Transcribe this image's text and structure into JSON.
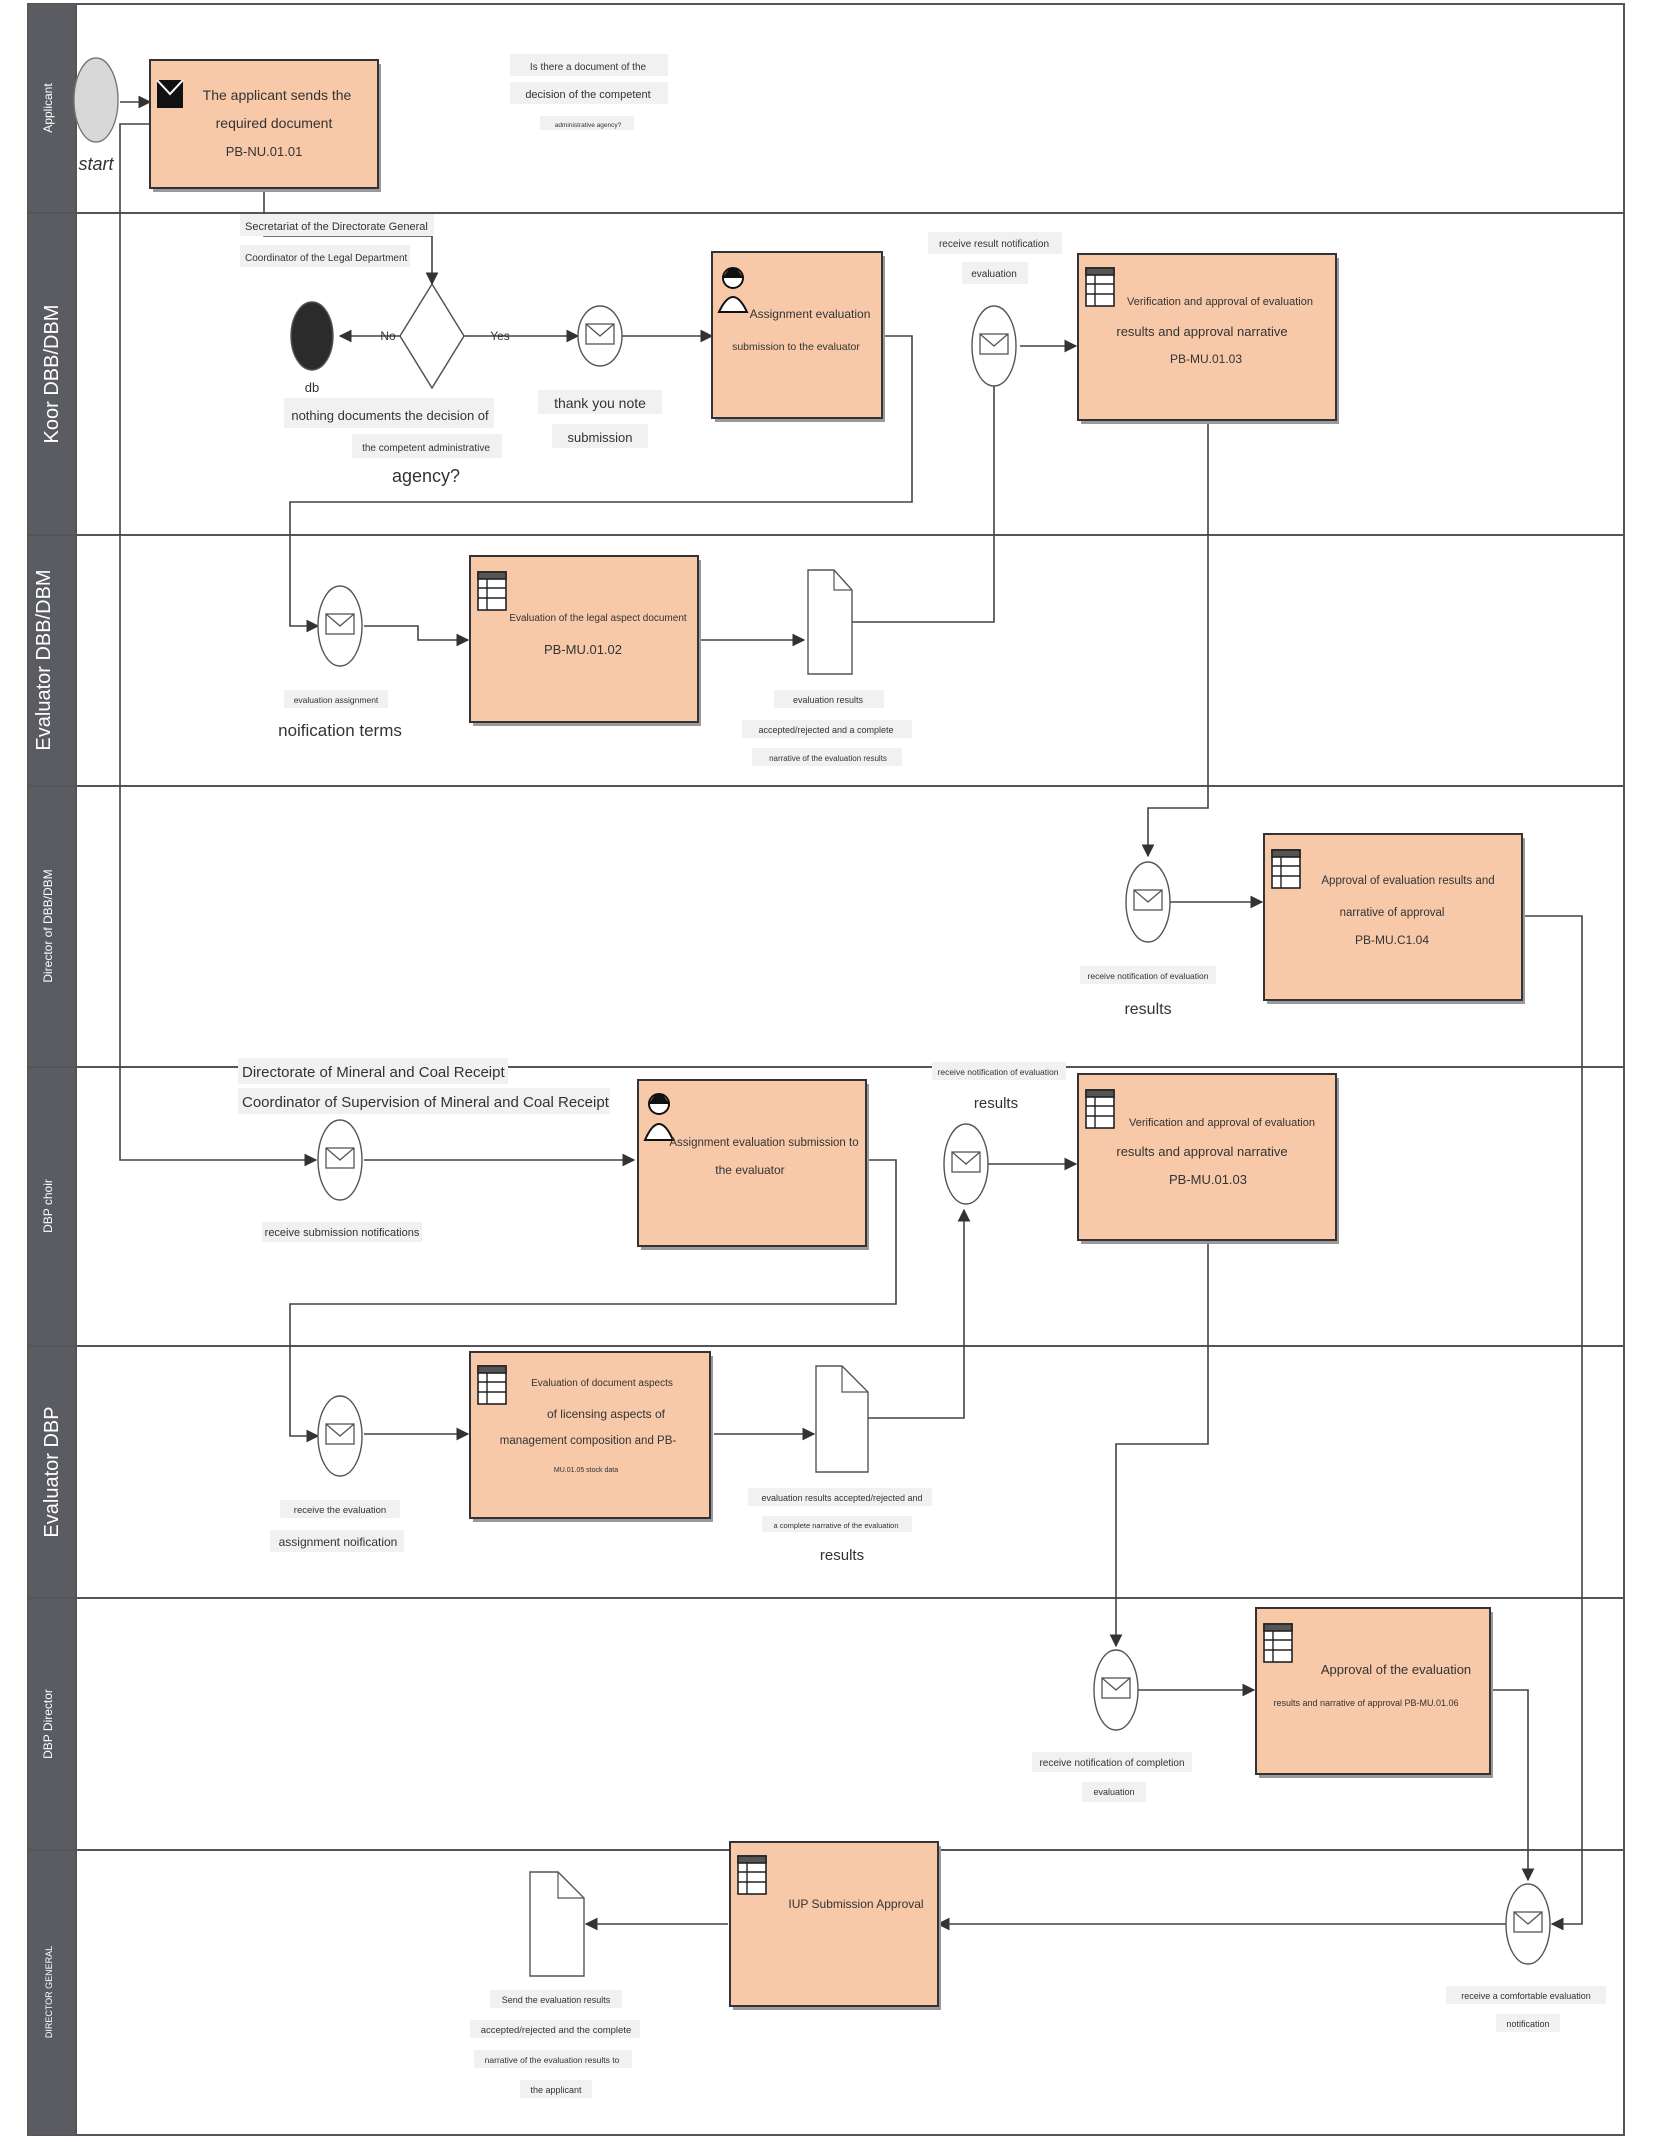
{
  "lanes": [
    "Applicant",
    "Koor DBB/DBM",
    "Evaluator DBB/DBM",
    "Director of DBB/DBM",
    "DBP choir",
    "Evaluator DBP",
    "DBP Director",
    "DIRECTOR GENERAL"
  ],
  "events": {
    "start": "start",
    "end": "db"
  },
  "gateway": {
    "no": "No",
    "yes": "Yes",
    "question_top": [
      "Is there a document of the",
      "decision of the competent",
      "administrative agency?"
    ],
    "question_bottom": [
      "nothing documents the decision of",
      "the competent administrative",
      "agency?"
    ]
  },
  "tasks": {
    "t1": [
      "The applicant sends the",
      "required document",
      "PB-NU.01.01"
    ],
    "t2": [
      "Assignment evaluation",
      "submission to the evaluator"
    ],
    "t3": [
      "Verification and approval of evaluation",
      "results and approval narrative",
      "PB-MU.01.03"
    ],
    "t4": [
      "Evaluation of the legal aspect document",
      "PB-MU.01.02"
    ],
    "t5": [
      "Approval of evaluation results and",
      "narrative of approval",
      "PB-MU.C1.04"
    ],
    "t6": [
      "Assignment evaluation submission to",
      "the evaluator"
    ],
    "t7": [
      "Verification and approval of evaluation",
      "results and approval narrative",
      "PB-MU.01.03"
    ],
    "t8": [
      "Evaluation of document aspects",
      "of licensing aspects of",
      "management composition and PB-",
      "MU.01.05 stock data"
    ],
    "t9": [
      "Approval of the evaluation",
      "results and narrative of approval PB-MU.01.06"
    ],
    "t10": [
      "IUP Submission Approval"
    ]
  },
  "labels": {
    "secretariat": [
      "Secretariat of the Directorate General",
      "Coordinator of the Legal Department"
    ],
    "thank_you": [
      "thank you note",
      "submission"
    ],
    "receive_result_eval": [
      "receive result notification",
      "evaluation"
    ],
    "eval_assignment": [
      "evaluation assignment",
      "noification terms"
    ],
    "eval_results_1": [
      "evaluation results",
      "accepted/rejected and a complete",
      "narrative of the evaluation results"
    ],
    "receive_notif_eval_dir": [
      "receive notification of evaluation",
      "results"
    ],
    "directorate_mineral": [
      "Directorate of Mineral and Coal Receipt",
      "Coordinator of Supervision of Mineral and Coal Receipt"
    ],
    "receive_submission": [
      "receive submission notifications"
    ],
    "receive_notif_eval_choir": [
      "receive notification of evaluation",
      "results"
    ],
    "receive_eval_assign": [
      "receive the evaluation",
      "assignment noification"
    ],
    "eval_results_2": [
      "evaluation results accepted/rejected and",
      "a complete narrative of the evaluation",
      "results"
    ],
    "receive_completion": [
      "receive notification of completion",
      "evaluation"
    ],
    "send_results": [
      "Send the evaluation results",
      "accepted/rejected and the complete",
      "narrative of the evaluation results to",
      "the applicant"
    ],
    "receive_comfortable": [
      "receive a comfortable evaluation",
      "notification"
    ]
  },
  "colors": {
    "task_fill": "#f7c9a8",
    "lane_header": "#5a5c62",
    "end_event": "#2b2b2b",
    "start_event": "#d8d8d8"
  }
}
